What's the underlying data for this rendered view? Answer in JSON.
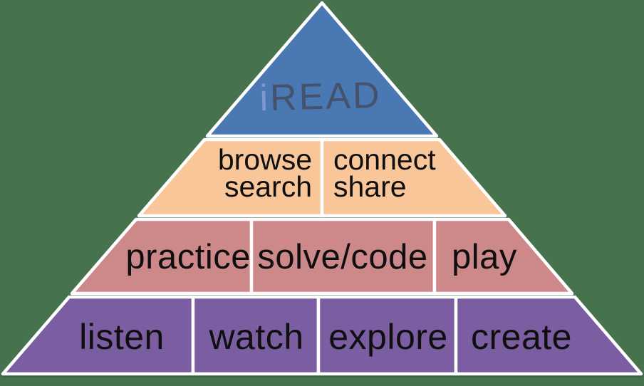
{
  "diagram": {
    "type": "pyramid",
    "background_color": "#46724e",
    "divider_color": "#ffffff",
    "label_color": "#0f0f0f",
    "levels": [
      {
        "name": "read",
        "fill": "#4a78b3",
        "cells": [
          {
            "i": "i",
            "read": "READ",
            "i_color": "#7e99cf",
            "read_color": "#44536b"
          }
        ]
      },
      {
        "name": "browse-connect",
        "fill": "#f8c699",
        "cells": [
          {
            "lines": [
              "browse",
              "search"
            ]
          },
          {
            "lines": [
              "connect",
              "share"
            ]
          }
        ]
      },
      {
        "name": "practice-solve-play",
        "fill": "#cd8889",
        "cells": [
          {
            "lines": [
              "practice"
            ]
          },
          {
            "lines": [
              "solve/code"
            ]
          },
          {
            "lines": [
              "play"
            ]
          }
        ]
      },
      {
        "name": "consume-create",
        "fill": "#7b5da1",
        "cells": [
          {
            "lines": [
              "listen"
            ]
          },
          {
            "lines": [
              "watch"
            ]
          },
          {
            "lines": [
              "explore"
            ]
          },
          {
            "lines": [
              "create"
            ]
          }
        ]
      }
    ]
  }
}
